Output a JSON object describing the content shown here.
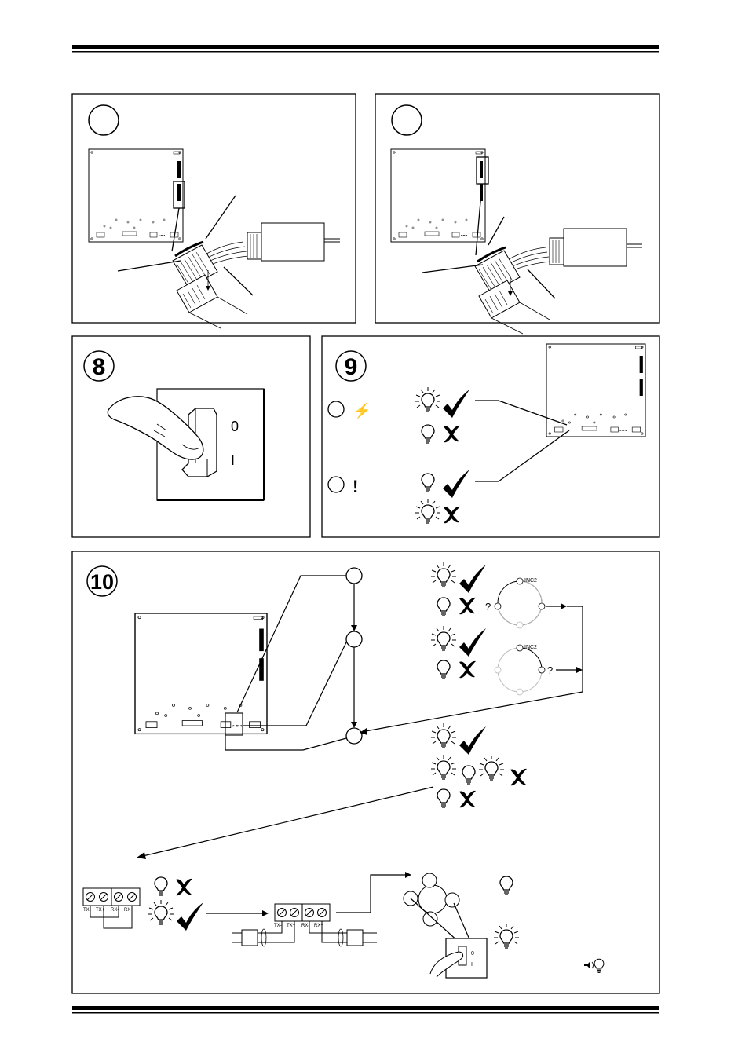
{
  "panels": {
    "step8": {
      "number": "8"
    },
    "step9": {
      "number": "9"
    },
    "step10": {
      "number": "10"
    }
  },
  "switch_labels": {
    "off": "0",
    "on": "I"
  },
  "step9_symbols": {
    "power": "⚡",
    "fault": "!"
  },
  "inc_labels": {
    "top": "INC2",
    "bottom": "INC2"
  },
  "question_marks": {
    "first": "?",
    "second": "?"
  },
  "terminal_labels": {
    "left_block": [
      "TX-",
      "TX+",
      "RX-",
      "RX+"
    ],
    "right_block": [
      "TX-",
      "TX+",
      "RX-",
      "RX+"
    ]
  },
  "mini_switch": {
    "off": "0",
    "on": "I"
  },
  "icons": [
    "bulb-icon",
    "bulb-lit-icon",
    "check-icon",
    "cross-icon",
    "sound-icon"
  ],
  "colors": {
    "ink": "#000000",
    "gray": "#bbbbbb",
    "paper": "#ffffff"
  }
}
